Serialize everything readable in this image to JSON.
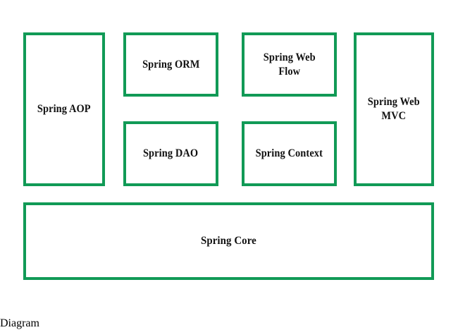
{
  "diagram": {
    "kind": "spring-framework-architecture",
    "background_color": "#ffffff",
    "border_color": "#119a56",
    "text_color": "#111111",
    "modules": [
      {
        "id": "spring-aop",
        "label": "Spring AOP",
        "column": "left",
        "row": "full"
      },
      {
        "id": "spring-orm",
        "label": "Spring ORM",
        "column": "center-left",
        "row": "top"
      },
      {
        "id": "spring-dao",
        "label": "Spring DAO",
        "column": "center-left",
        "row": "bottom"
      },
      {
        "id": "spring-web-flow",
        "label": "Spring Web\nFlow",
        "column": "center-right",
        "row": "top"
      },
      {
        "id": "spring-context",
        "label": "Spring Context",
        "column": "center-right",
        "row": "bottom"
      },
      {
        "id": "spring-web-mvc",
        "label": "Spring Web\nMVC",
        "column": "right",
        "row": "full"
      },
      {
        "id": "spring-core",
        "label": "Spring Core",
        "column": "base",
        "row": "base"
      }
    ]
  }
}
